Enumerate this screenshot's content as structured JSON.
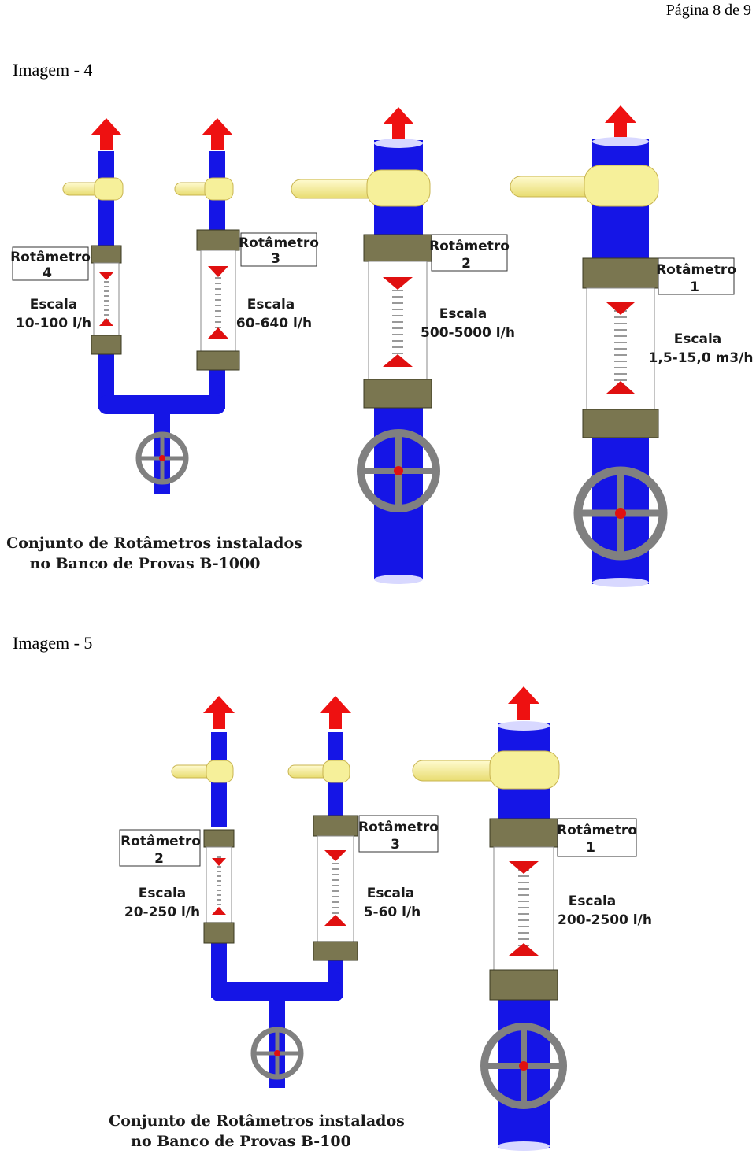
{
  "header": {
    "page_label": "Página 8 de 9"
  },
  "figures": [
    {
      "title": "Imagem - 4",
      "rotameters": [
        {
          "name": "Rotâmetro",
          "number": "4",
          "scale_label": "Escala",
          "scale_value": "10-100 l/h"
        },
        {
          "name": "Rotâmetro",
          "number": "3",
          "scale_label": "Escala",
          "scale_value": "60-640 l/h"
        },
        {
          "name": "Rotâmetro",
          "number": "2",
          "scale_label": "Escala",
          "scale_value": "500-5000 l/h"
        },
        {
          "name": "Rotâmetro",
          "number": "1",
          "scale_label": "Escala",
          "scale_value": "1,5-15,0 m3/h"
        }
      ],
      "caption_line1": "Conjunto de Rotâmetros instalados",
      "caption_line2": "no Banco de Provas B-1000"
    },
    {
      "title": "Imagem - 5",
      "rotameters": [
        {
          "name": "Rotâmetro",
          "number": "2",
          "scale_label": "Escala",
          "scale_value": "20-250 l/h"
        },
        {
          "name": "Rotâmetro",
          "number": "3",
          "scale_label": "Escala",
          "scale_value": "5-60 l/h"
        },
        {
          "name": "Rotâmetro",
          "number": "1",
          "scale_label": "Escala",
          "scale_value": "200-2500 l/h"
        }
      ],
      "caption_line1": "Conjunto de Rotâmetros instalados",
      "caption_line2": "no Banco de Provas B-100"
    }
  ],
  "colors": {
    "pipe": "#1515e6",
    "arrow": "#ee1111",
    "handle": "#f6f09a",
    "fitting": "#7a7650",
    "wheel": "#808080",
    "float": "#e01010"
  }
}
